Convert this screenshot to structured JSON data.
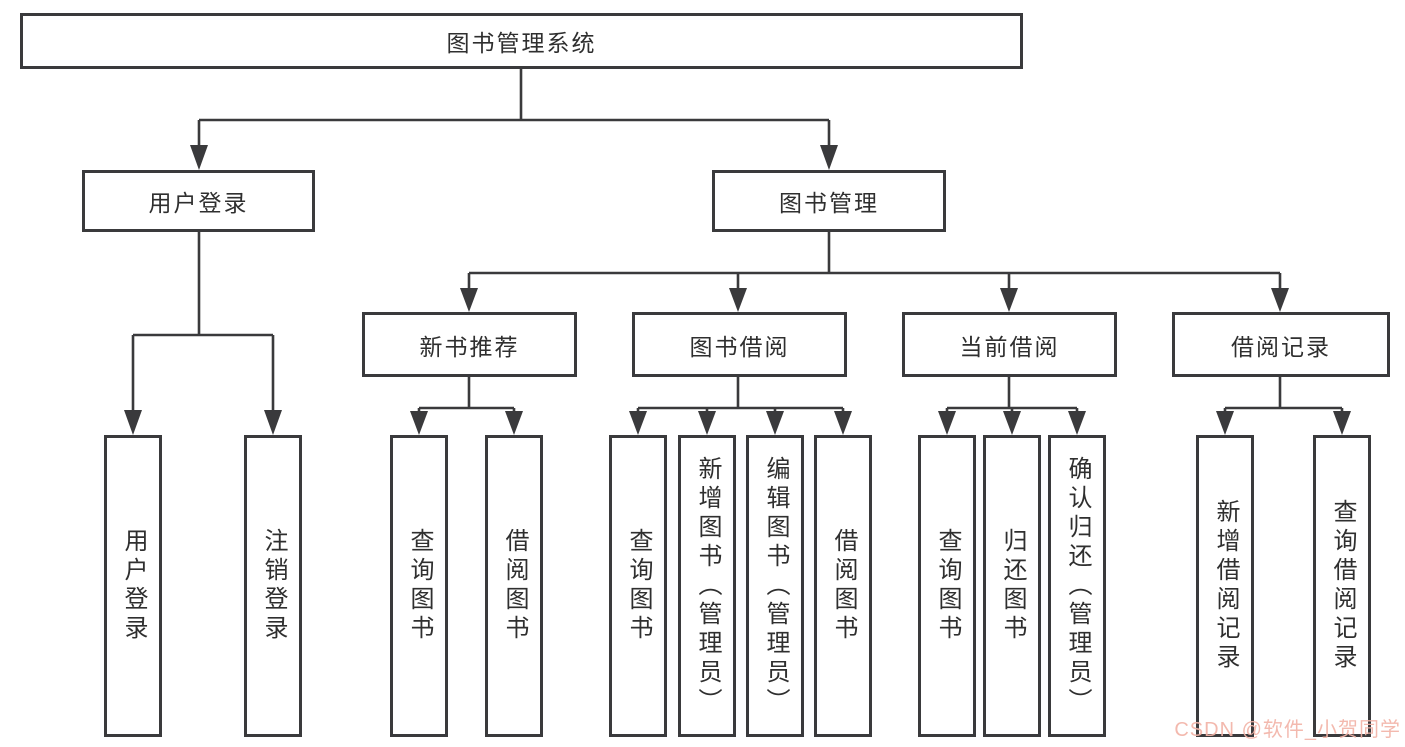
{
  "diagram_title": "图书管理系统",
  "colors": {
    "line": "#3a3a3c",
    "box_border": "#3a3a3c",
    "box_fill": "#ffffff",
    "text": "#2f2f2f",
    "background": "#ffffff",
    "watermark": "#f2b4a8"
  },
  "nodes": {
    "root": {
      "label": "图书管理系统"
    },
    "user_login_group": {
      "label": "用户登录"
    },
    "book_mgmt_group": {
      "label": "图书管理"
    },
    "new_book_rec": {
      "label": "新书推荐"
    },
    "book_borrow": {
      "label": "图书借阅"
    },
    "current_borrow": {
      "label": "当前借阅"
    },
    "borrow_records": {
      "label": "借阅记录"
    },
    "user_login": {
      "label": "用户登录"
    },
    "logout_login": {
      "label": "注销登录"
    },
    "rec_query_book": {
      "label": "查询图书"
    },
    "rec_borrow_book": {
      "label": "借阅图书"
    },
    "bb_query_book": {
      "label": "查询图书"
    },
    "bb_add_book": {
      "label": "新增图书（管理员）"
    },
    "bb_edit_book": {
      "label": "编辑图书（管理员）"
    },
    "bb_borrow_book": {
      "label": "借阅图书"
    },
    "cb_query_book": {
      "label": "查询图书"
    },
    "cb_return_book": {
      "label": "归还图书"
    },
    "cb_confirm_return": {
      "label": "确认归还（管理员）"
    },
    "br_add_record": {
      "label": "新增借阅记录"
    },
    "br_query_record": {
      "label": "查询借阅记录"
    }
  },
  "hierarchy": {
    "root": [
      "user_login_group",
      "book_mgmt_group"
    ],
    "user_login_group": [
      "user_login",
      "logout_login"
    ],
    "book_mgmt_group": [
      "new_book_rec",
      "book_borrow",
      "current_borrow",
      "borrow_records"
    ],
    "new_book_rec": [
      "rec_query_book",
      "rec_borrow_book"
    ],
    "book_borrow": [
      "bb_query_book",
      "bb_add_book",
      "bb_edit_book",
      "bb_borrow_book"
    ],
    "current_borrow": [
      "cb_query_book",
      "cb_return_book",
      "cb_confirm_return"
    ],
    "borrow_records": [
      "br_add_record",
      "br_query_record"
    ]
  },
  "watermark": {
    "text": "CSDN @软件_小贺同学"
  }
}
